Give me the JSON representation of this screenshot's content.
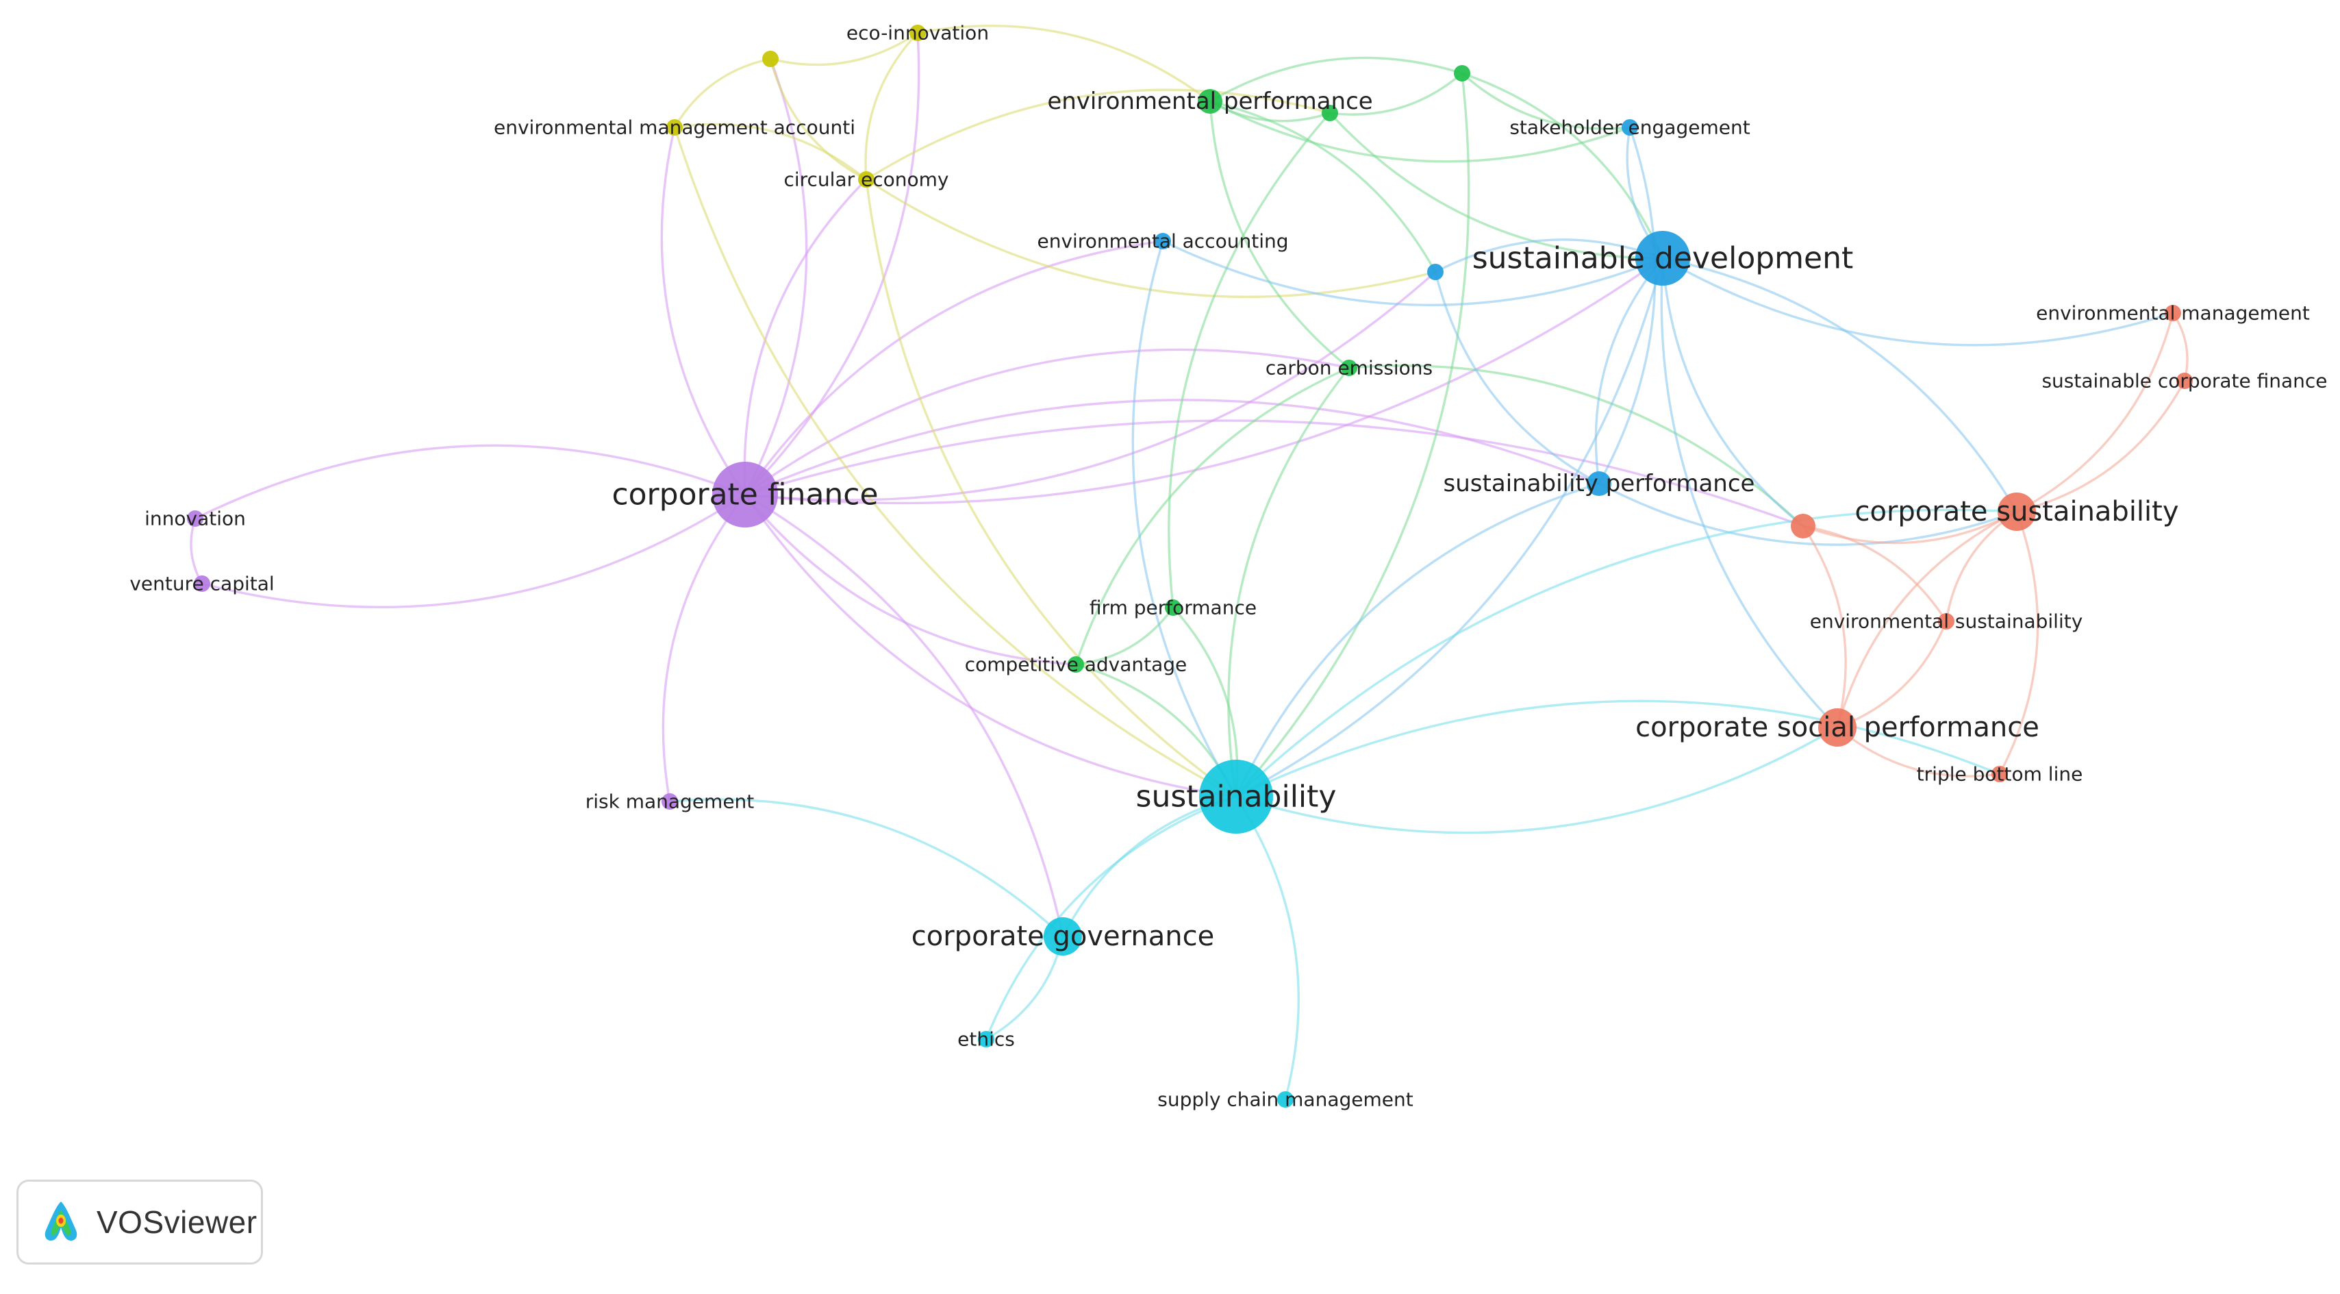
{
  "colors": {
    "purple": "#b57be3",
    "yellow": "#c8c400",
    "green": "#1fbf4a",
    "blue": "#1f9de0",
    "cyan": "#14c8de",
    "red": "#ee7760",
    "purple_edge": "#d596f2",
    "yellow_edge": "#d8d86a",
    "green_edge": "#78d890",
    "blue_edge": "#7fc2ec",
    "cyan_edge": "#6fdcea",
    "red_edge": "#f3a594"
  },
  "nodes": [
    {
      "id": "corporate_finance",
      "label": "corporate finance",
      "cluster": "purple",
      "weight": 5
    },
    {
      "id": "innovation",
      "label": "innovation",
      "cluster": "purple",
      "weight": 1
    },
    {
      "id": "venture_capital",
      "label": "venture capital",
      "cluster": "purple",
      "weight": 1
    },
    {
      "id": "risk_management",
      "label": "risk management",
      "cluster": "purple",
      "weight": 1
    },
    {
      "id": "eco_innovation",
      "label": "eco-innovation",
      "cluster": "yellow",
      "weight": 1
    },
    {
      "id": "yellow_unlabeled",
      "label": "",
      "cluster": "yellow",
      "weight": 1
    },
    {
      "id": "environmental_management_accounting",
      "label": "environmental management accounti",
      "cluster": "yellow",
      "weight": 1
    },
    {
      "id": "circular_economy",
      "label": "circular economy",
      "cluster": "yellow",
      "weight": 1
    },
    {
      "id": "environmental_performance",
      "label": "environmental performance",
      "cluster": "green",
      "weight": 2
    },
    {
      "id": "green_unlabeled_1",
      "label": "",
      "cluster": "green",
      "weight": 1
    },
    {
      "id": "green_unlabeled_2",
      "label": "",
      "cluster": "green",
      "weight": 1
    },
    {
      "id": "carbon_emissions",
      "label": "carbon emissions",
      "cluster": "green",
      "weight": 1
    },
    {
      "id": "firm_performance",
      "label": "firm performance",
      "cluster": "green",
      "weight": 1
    },
    {
      "id": "competitive_advantage",
      "label": "competitive advantage",
      "cluster": "green",
      "weight": 1
    },
    {
      "id": "stakeholder_engagement",
      "label": "stakeholder engagement",
      "cluster": "blue",
      "weight": 1
    },
    {
      "id": "environmental_accounting",
      "label": "environmental accounting",
      "cluster": "blue",
      "weight": 1
    },
    {
      "id": "blue_unlabeled",
      "label": "",
      "cluster": "blue",
      "weight": 1
    },
    {
      "id": "sustainable_development",
      "label": "sustainable development",
      "cluster": "blue",
      "weight": 4
    },
    {
      "id": "sustainability_performance",
      "label": "sustainability performance",
      "cluster": "blue",
      "weight": 2
    },
    {
      "id": "sustainability",
      "label": "sustainability",
      "cluster": "cyan",
      "weight": 6
    },
    {
      "id": "corporate_governance",
      "label": "corporate governance",
      "cluster": "cyan",
      "weight": 3
    },
    {
      "id": "ethics",
      "label": "ethics",
      "cluster": "cyan",
      "weight": 1
    },
    {
      "id": "supply_chain_management",
      "label": "supply chain management",
      "cluster": "cyan",
      "weight": 1
    },
    {
      "id": "environmental_management",
      "label": "environmental management",
      "cluster": "red",
      "weight": 1
    },
    {
      "id": "sustainable_corporate_finance",
      "label": "sustainable corporate finance",
      "cluster": "red",
      "weight": 1
    },
    {
      "id": "red_unlabeled",
      "label": "",
      "cluster": "red",
      "weight": 2
    },
    {
      "id": "corporate_sustainability",
      "label": "corporate sustainability",
      "cluster": "red",
      "weight": 3
    },
    {
      "id": "environmental_sustainability",
      "label": "environmental sustainability",
      "cluster": "red",
      "weight": 1
    },
    {
      "id": "corporate_social_performance",
      "label": "corporate social performance",
      "cluster": "red",
      "weight": 3
    },
    {
      "id": "triple_bottom_line",
      "label": "triple bottom line",
      "cluster": "red",
      "weight": 1
    }
  ],
  "edges": [
    [
      "corporate_finance",
      "innovation"
    ],
    [
      "corporate_finance",
      "venture_capital"
    ],
    [
      "innovation",
      "venture_capital"
    ],
    [
      "corporate_finance",
      "risk_management"
    ],
    [
      "corporate_finance",
      "eco_innovation"
    ],
    [
      "corporate_finance",
      "yellow_unlabeled"
    ],
    [
      "corporate_finance",
      "environmental_management_accounting"
    ],
    [
      "corporate_finance",
      "circular_economy"
    ],
    [
      "corporate_finance",
      "environmental_accounting"
    ],
    [
      "corporate_finance",
      "blue_unlabeled"
    ],
    [
      "corporate_finance",
      "sustainable_development"
    ],
    [
      "corporate_finance",
      "carbon_emissions"
    ],
    [
      "corporate_finance",
      "sustainability"
    ],
    [
      "corporate_finance",
      "corporate_governance"
    ],
    [
      "corporate_finance",
      "competitive_advantage"
    ],
    [
      "corporate_finance",
      "sustainability_performance"
    ],
    [
      "corporate_finance",
      "red_unlabeled"
    ],
    [
      "eco_innovation",
      "yellow_unlabeled"
    ],
    [
      "eco_innovation",
      "circular_economy"
    ],
    [
      "eco_innovation",
      "environmental_performance"
    ],
    [
      "yellow_unlabeled",
      "circular_economy"
    ],
    [
      "yellow_unlabeled",
      "environmental_management_accounting"
    ],
    [
      "environmental_management_accounting",
      "circular_economy"
    ],
    [
      "environmental_management_accounting",
      "sustainability"
    ],
    [
      "circular_economy",
      "sustainability"
    ],
    [
      "circular_economy",
      "green_unlabeled_1"
    ],
    [
      "circular_economy",
      "blue_unlabeled"
    ],
    [
      "environmental_performance",
      "green_unlabeled_1"
    ],
    [
      "environmental_performance",
      "green_unlabeled_2"
    ],
    [
      "environmental_performance",
      "carbon_emissions"
    ],
    [
      "environmental_performance",
      "stakeholder_engagement"
    ],
    [
      "environmental_performance",
      "blue_unlabeled"
    ],
    [
      "green_unlabeled_1",
      "green_unlabeled_2"
    ],
    [
      "green_unlabeled_1",
      "sustainable_development"
    ],
    [
      "green_unlabeled_1",
      "firm_performance"
    ],
    [
      "green_unlabeled_2",
      "sustainable_development"
    ],
    [
      "green_unlabeled_2",
      "stakeholder_engagement"
    ],
    [
      "green_unlabeled_2",
      "sustainability"
    ],
    [
      "carbon_emissions",
      "sustainability"
    ],
    [
      "carbon_emissions",
      "red_unlabeled"
    ],
    [
      "carbon_emissions",
      "competitive_advantage"
    ],
    [
      "firm_performance",
      "competitive_advantage"
    ],
    [
      "firm_performance",
      "sustainability"
    ],
    [
      "competitive_advantage",
      "sustainability"
    ],
    [
      "stakeholder_engagement",
      "sustainable_development"
    ],
    [
      "stakeholder_engagement",
      "sustainability_performance"
    ],
    [
      "environmental_accounting",
      "sustainable_development"
    ],
    [
      "environmental_accounting",
      "sustainability"
    ],
    [
      "blue_unlabeled",
      "sustainable_development"
    ],
    [
      "blue_unlabeled",
      "sustainability_performance"
    ],
    [
      "sustainable_development",
      "sustainability_performance"
    ],
    [
      "sustainable_development",
      "sustainability"
    ],
    [
      "sustainable_development",
      "corporate_sustainability"
    ],
    [
      "sustainable_development",
      "environmental_management"
    ],
    [
      "sustainable_development",
      "red_unlabeled"
    ],
    [
      "sustainable_development",
      "corporate_social_performance"
    ],
    [
      "sustainability_performance",
      "sustainability"
    ],
    [
      "sustainability_performance",
      "corporate_sustainability"
    ],
    [
      "sustainability",
      "corporate_governance"
    ],
    [
      "sustainability",
      "ethics"
    ],
    [
      "sustainability",
      "supply_chain_management"
    ],
    [
      "sustainability",
      "corporate_social_performance"
    ],
    [
      "sustainability",
      "triple_bottom_line"
    ],
    [
      "sustainability",
      "corporate_sustainability"
    ],
    [
      "corporate_governance",
      "ethics"
    ],
    [
      "corporate_governance",
      "risk_management"
    ],
    [
      "red_unlabeled",
      "corporate_sustainability"
    ],
    [
      "red_unlabeled",
      "environmental_sustainability"
    ],
    [
      "red_unlabeled",
      "corporate_social_performance"
    ],
    [
      "corporate_sustainability",
      "environmental_management"
    ],
    [
      "corporate_sustainability",
      "sustainable_corporate_finance"
    ],
    [
      "corporate_sustainability",
      "corporate_social_performance"
    ],
    [
      "corporate_sustainability",
      "triple_bottom_line"
    ],
    [
      "corporate_sustainability",
      "environmental_sustainability"
    ],
    [
      "environmental_management",
      "sustainable_corporate_finance"
    ],
    [
      "environmental_sustainability",
      "corporate_social_performance"
    ],
    [
      "corporate_social_performance",
      "triple_bottom_line"
    ]
  ],
  "logo": {
    "text": "VOSviewer"
  }
}
